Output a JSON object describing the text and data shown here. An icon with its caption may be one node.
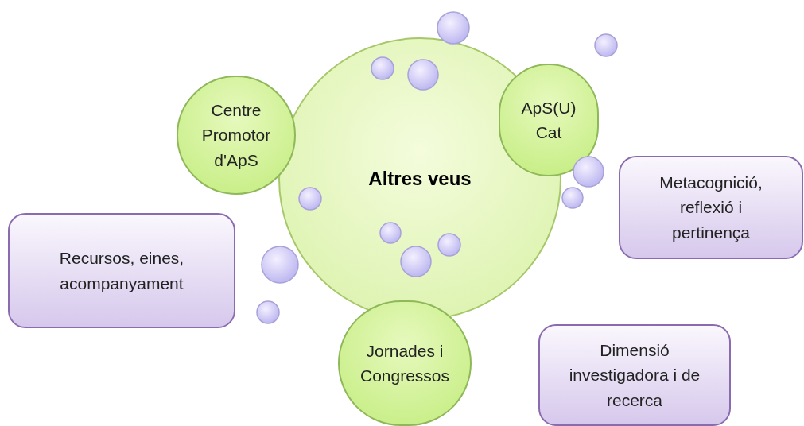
{
  "diagram": {
    "nodes": [
      {
        "text": [
          "Altres veus"
        ]
      },
      {
        "text": [
          "Centre Promotor d'ApS"
        ]
      },
      {
        "text": [
          "ApS(U) Cat"
        ]
      },
      {
        "text": [
          "Metacognició, reflexió i pertinença"
        ]
      },
      {
        "text": [
          "Recursos, eines, acompanyament"
        ]
      },
      {
        "text": [
          "Jornades i Congressos"
        ]
      },
      {
        "text": [
          "Dimensió investigadora i de recerca"
        ]
      }
    ]
  }
}
